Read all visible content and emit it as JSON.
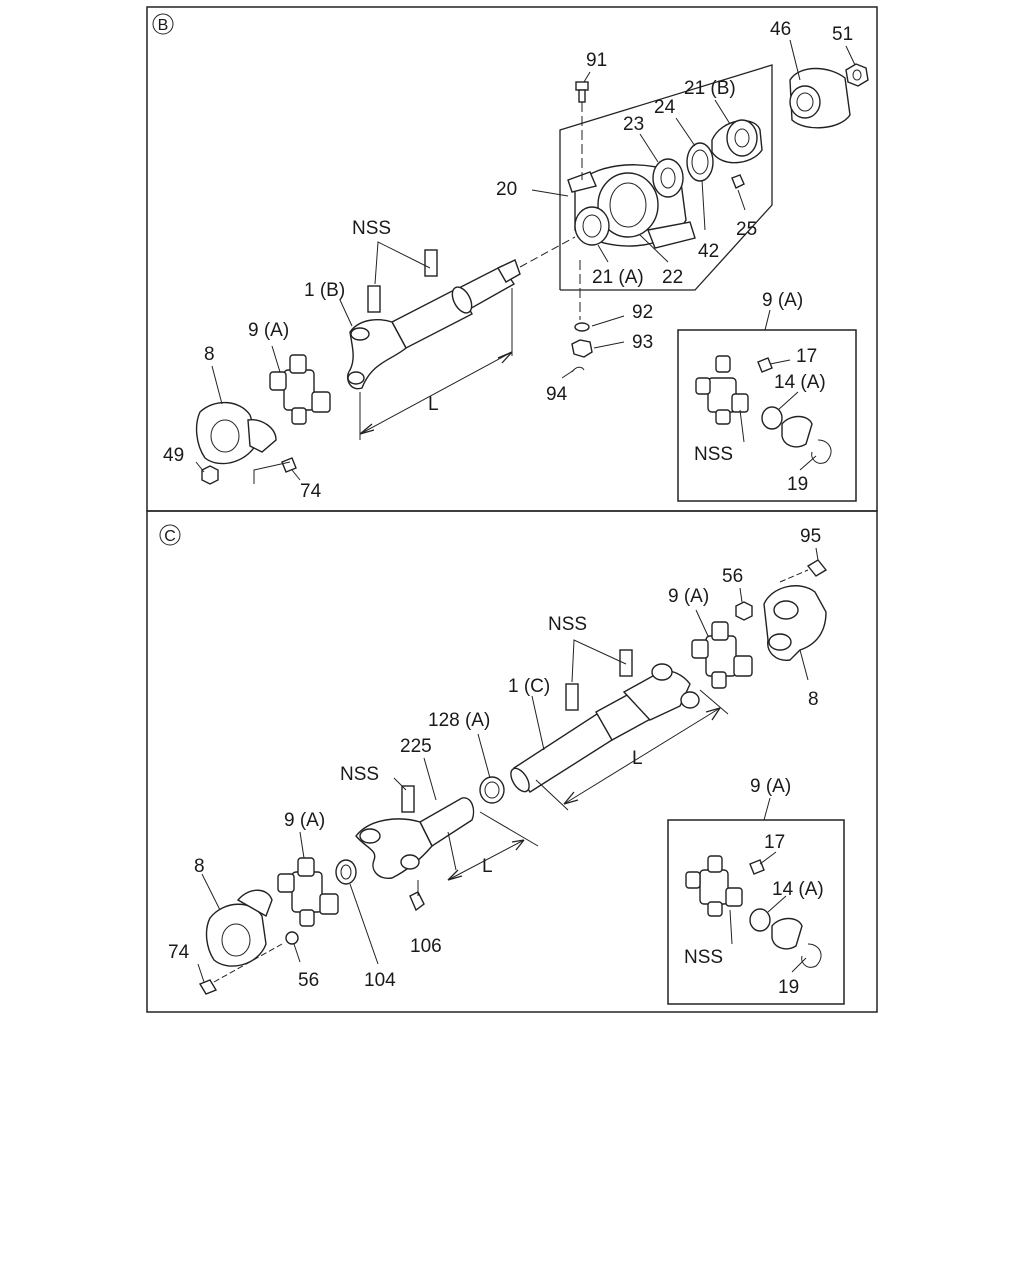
{
  "sections": {
    "b": {
      "marker": "B",
      "labels": {
        "p91": "91",
        "p46": "46",
        "p51": "51",
        "p21b": "21 (B)",
        "p24": "24",
        "p23": "23",
        "p20": "20",
        "p25": "25",
        "p42": "42",
        "nss1": "NSS",
        "p21a": "21 (A)",
        "p22": "22",
        "p1b": "1 (B)",
        "p92": "92",
        "p93": "93",
        "p9a": "9 (A)",
        "p8": "8",
        "pL": "L",
        "p94": "94",
        "p49": "49",
        "p74": "74"
      },
      "inset": {
        "title": "9 (A)",
        "p17": "17",
        "p14a": "14 (A)",
        "nss": "NSS",
        "p19": "19"
      }
    },
    "c": {
      "marker": "C",
      "labels": {
        "p95": "95",
        "p56top": "56",
        "p9atop": "9 (A)",
        "nss_top": "NSS",
        "p8right": "8",
        "p1c": "1 (C)",
        "p128a": "128 (A)",
        "p225": "225",
        "nss_left": "NSS",
        "pL1": "L",
        "p9aleft": "9 (A)",
        "pL2": "L",
        "p8left": "8",
        "p106": "106",
        "p74": "74",
        "p56": "56",
        "p104": "104"
      },
      "inset": {
        "title": "9 (A)",
        "p17": "17",
        "p14a": "14 (A)",
        "nss": "NSS",
        "p19": "19"
      }
    }
  }
}
